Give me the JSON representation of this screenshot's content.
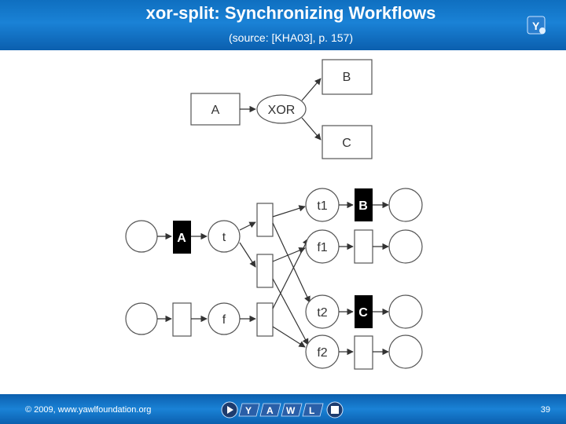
{
  "header": {
    "title": "xor-split: Synchronizing Workflows",
    "subtitle": "(source: [KHA03], p. 157)"
  },
  "footer": {
    "copyright": "© 2009, www.yawlfoundation.org",
    "page_number": "39",
    "nav_icons": [
      "play-icon",
      "yawl-y-icon",
      "yawl-a-icon",
      "yawl-w-icon",
      "yawl-l-icon",
      "stop-icon"
    ]
  },
  "diagram_top": {
    "task_a": "A",
    "xor": "XOR",
    "task_b": "B",
    "task_c": "C"
  },
  "diagram_bottom": {
    "task_a": "A",
    "place_t": "t",
    "place_f": "f",
    "place_t1": "t1",
    "place_f1": "f1",
    "place_t2": "t2",
    "place_f2": "f2",
    "task_b": "B",
    "task_c": "C"
  },
  "colors": {
    "header_blue": "#1a82d6",
    "dark_task": "#000000",
    "line": "#333333"
  }
}
